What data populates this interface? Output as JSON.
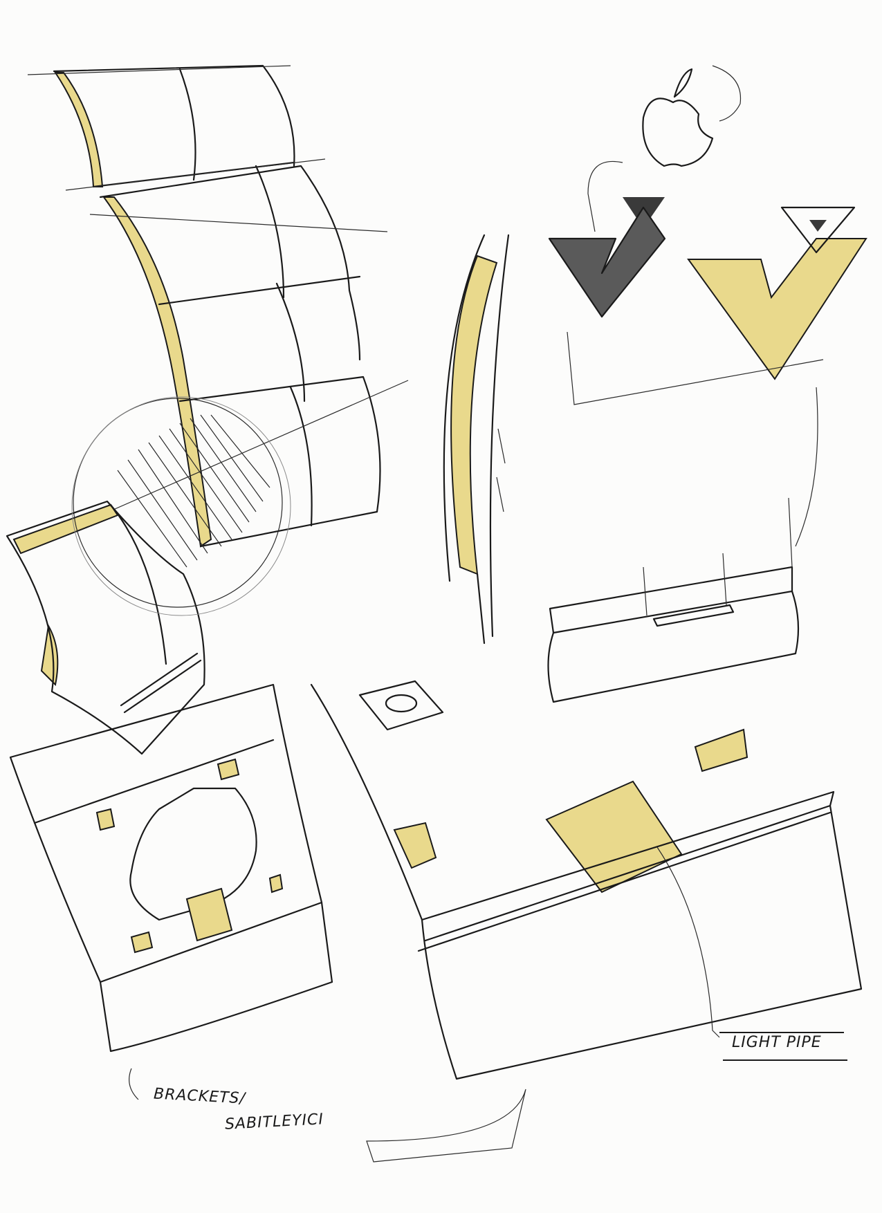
{
  "sketch": {
    "annotations": {
      "brackets": "BRACKETS/",
      "sabitleyici": "SABITLEYICI",
      "light_pipe": "LIGHT PIPE"
    },
    "colors": {
      "ink": "#1a1a1a",
      "marker_yellow": "#e9d98c",
      "paper": "#fcfcfb"
    }
  }
}
